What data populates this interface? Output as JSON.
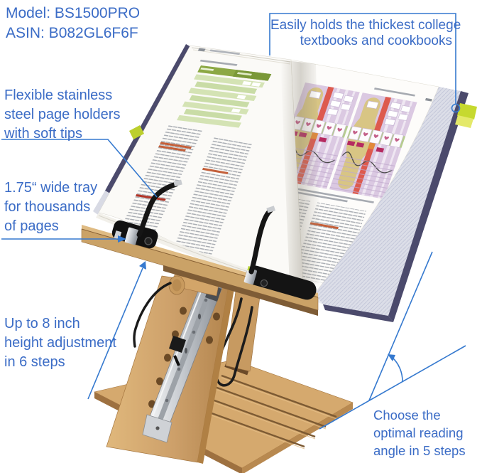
{
  "annotations": {
    "model": {
      "line1": "Model: BS1500PRO",
      "line2": "ASIN: B082GL6F6F"
    },
    "capacity": {
      "line1": "Easily holds the thickest college",
      "line2": "textbooks and cookbooks"
    },
    "page_holders": {
      "line1": "Flexible stainless",
      "line2": "steel page holders",
      "line3": "with soft tips"
    },
    "tray": {
      "line1": "1.75“ wide tray",
      "line2": "for thousands",
      "line3": "of pages"
    },
    "height_adjustment": {
      "line1": "Up to 8 inch",
      "line2": "height adjustment",
      "line3": "in 6 steps"
    },
    "reading_angle": {
      "line1": "Choose the",
      "line2": "optimal reading",
      "line3": "angle in 5 steps"
    }
  },
  "colors": {
    "annotation_text": "#3b6cc6",
    "annotation_line": "#3579cf",
    "wood_light": "#d7ab71",
    "wood_dark": "#a5763f",
    "book_cover": "#4b4a6c",
    "table_green": "#8ca844",
    "tab_green": "#bccf2d",
    "rail_silver": "#c6cacf",
    "arm_black": "#161616",
    "diagram_lavender": "#dbc9e2",
    "diagram_red": "#dd5a4e",
    "diagram_khaki": "#d8c584",
    "heart_pink": "#c4608a"
  }
}
